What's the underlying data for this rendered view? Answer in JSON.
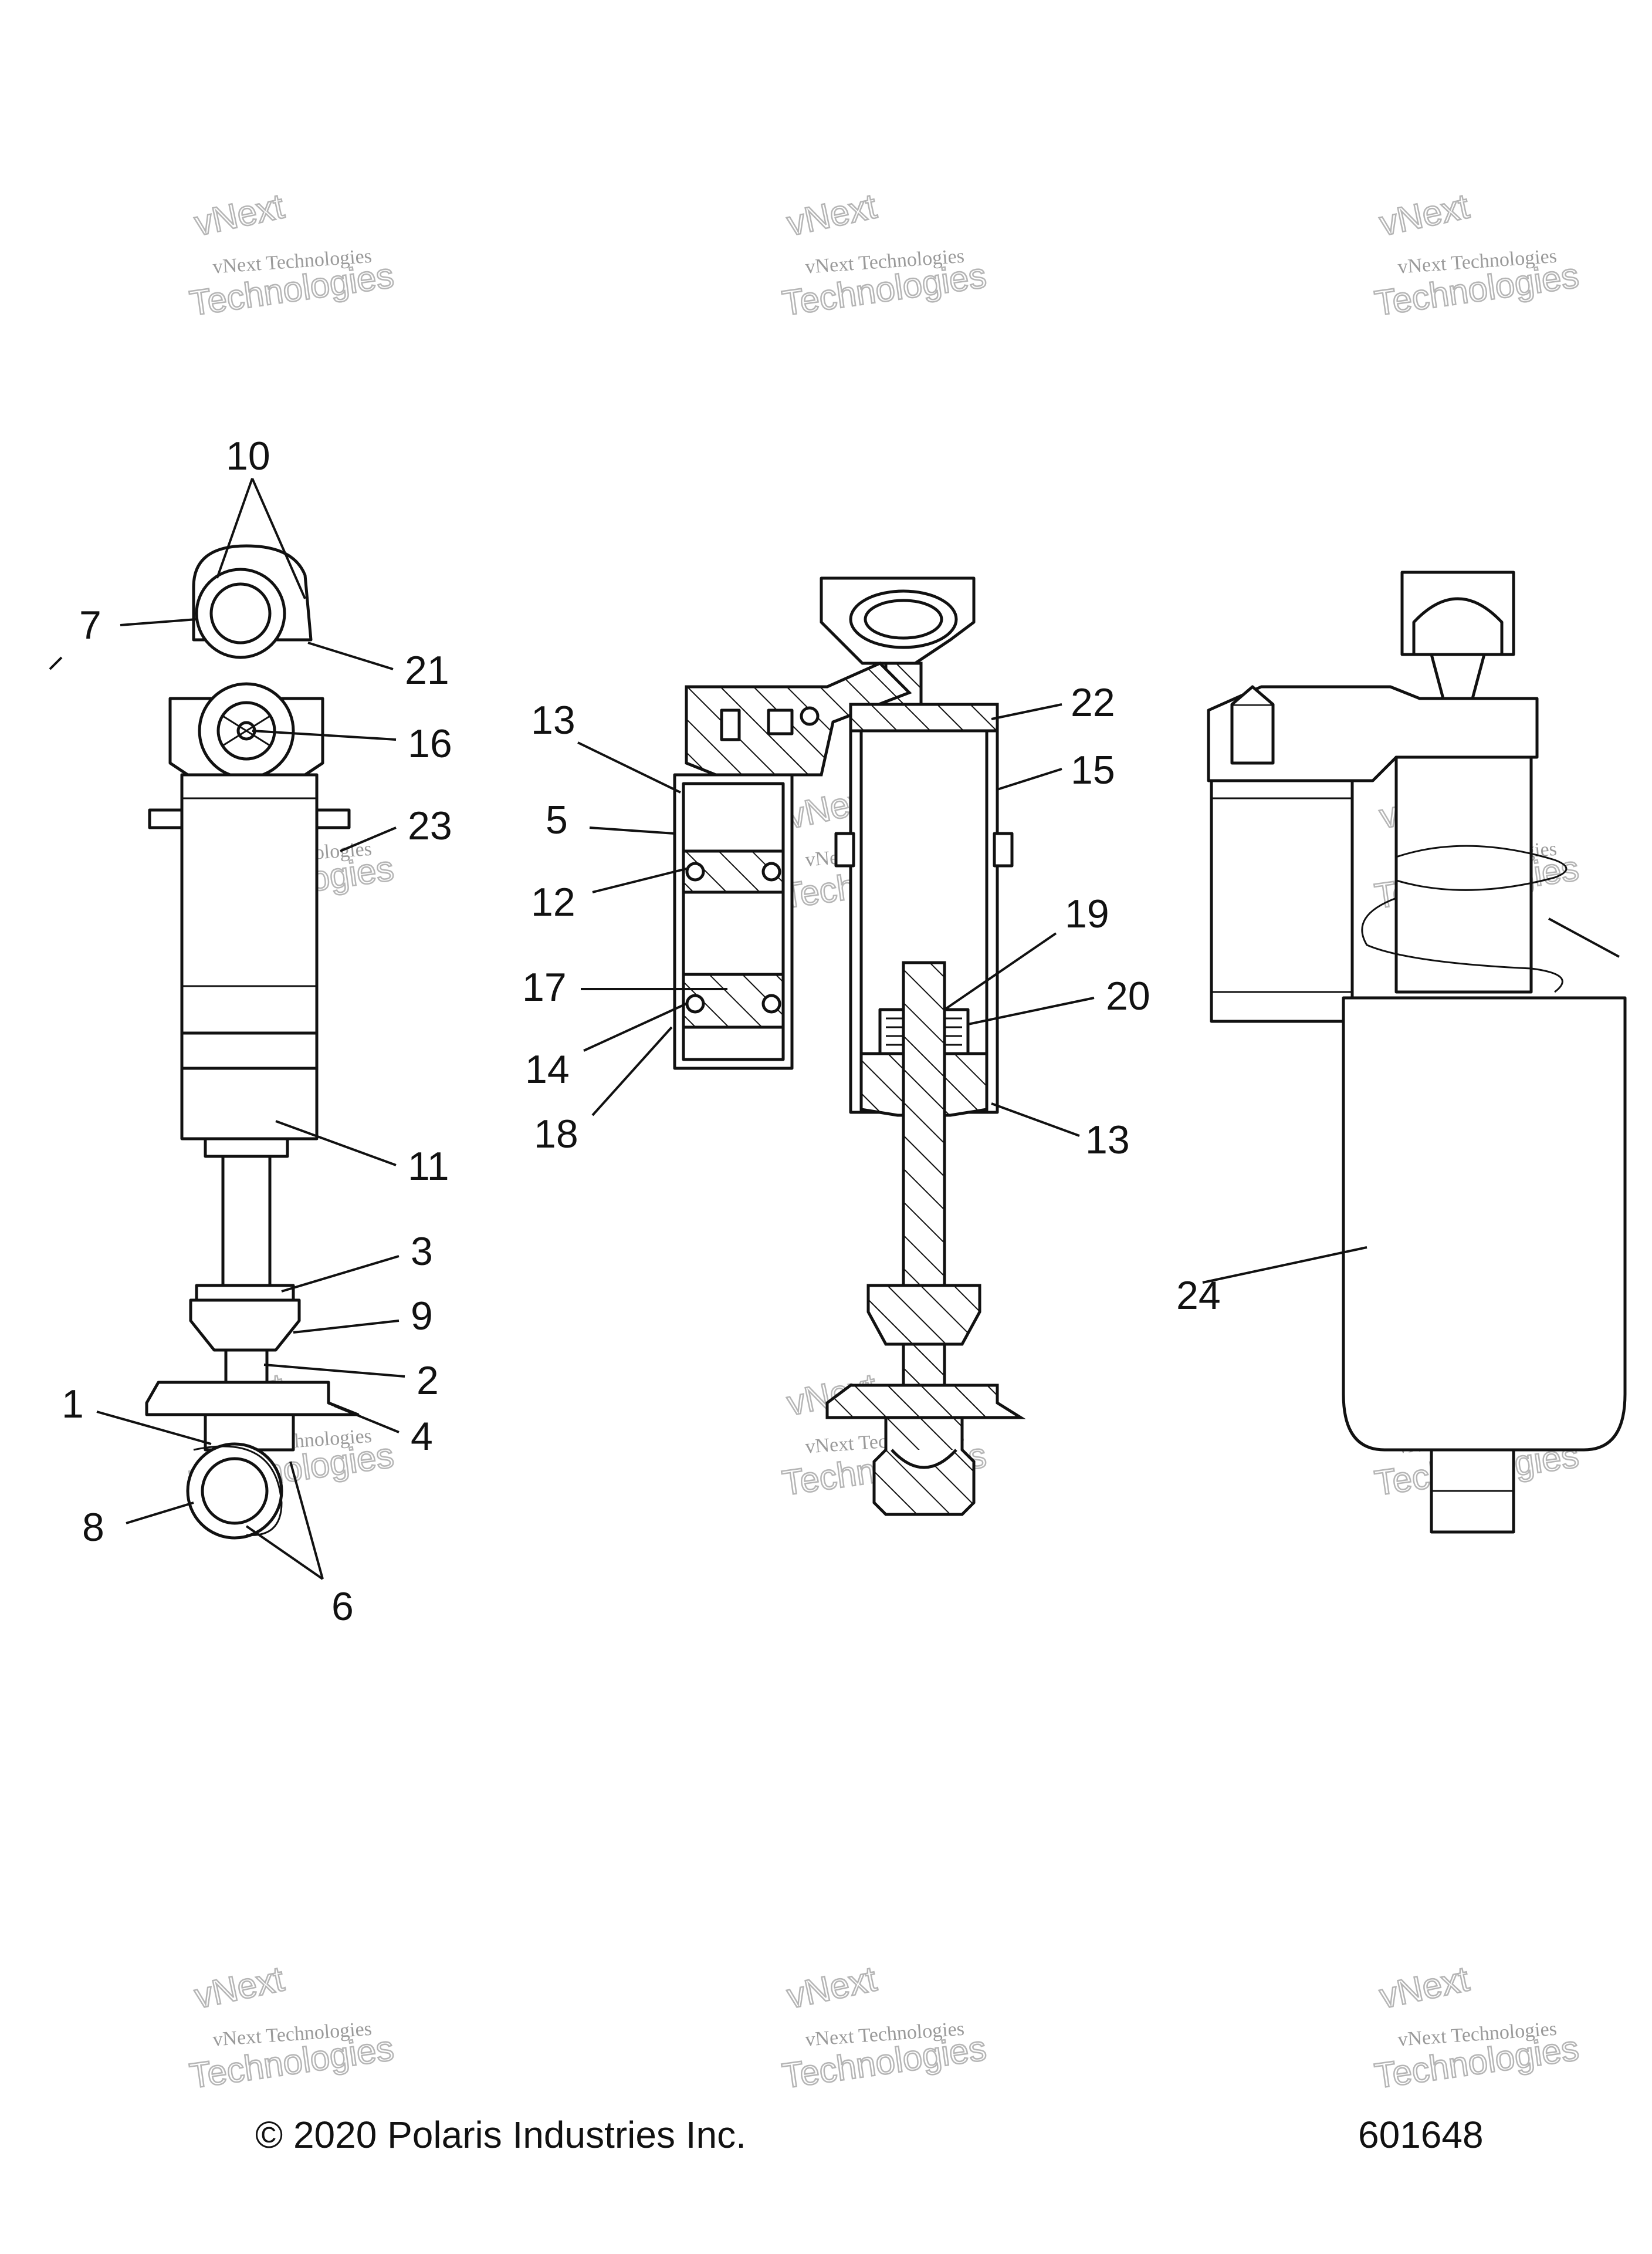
{
  "watermark": {
    "line1": "vNext Technologies",
    "line2": "Technologies",
    "arc": "vNext"
  },
  "footer": {
    "copyright": "© 2020 Polaris Industries Inc.",
    "figure_number": "601648"
  },
  "callouts": [
    {
      "id": "c10",
      "label": "10"
    },
    {
      "id": "c7",
      "label": "7"
    },
    {
      "id": "c21",
      "label": "21"
    },
    {
      "id": "c16",
      "label": "16"
    },
    {
      "id": "c23",
      "label": "23"
    },
    {
      "id": "c11",
      "label": "11"
    },
    {
      "id": "c3",
      "label": "3"
    },
    {
      "id": "c9",
      "label": "9"
    },
    {
      "id": "c2",
      "label": "2"
    },
    {
      "id": "c1",
      "label": "1"
    },
    {
      "id": "c4",
      "label": "4"
    },
    {
      "id": "c8",
      "label": "8"
    },
    {
      "id": "c6",
      "label": "6"
    },
    {
      "id": "c13a",
      "label": "13"
    },
    {
      "id": "c5",
      "label": "5"
    },
    {
      "id": "c12",
      "label": "12"
    },
    {
      "id": "c17",
      "label": "17"
    },
    {
      "id": "c14",
      "label": "14"
    },
    {
      "id": "c18",
      "label": "18"
    },
    {
      "id": "c22",
      "label": "22"
    },
    {
      "id": "c15",
      "label": "15"
    },
    {
      "id": "c19",
      "label": "19"
    },
    {
      "id": "c20",
      "label": "20"
    },
    {
      "id": "c13b",
      "label": "13"
    },
    {
      "id": "c24",
      "label": "24"
    }
  ]
}
